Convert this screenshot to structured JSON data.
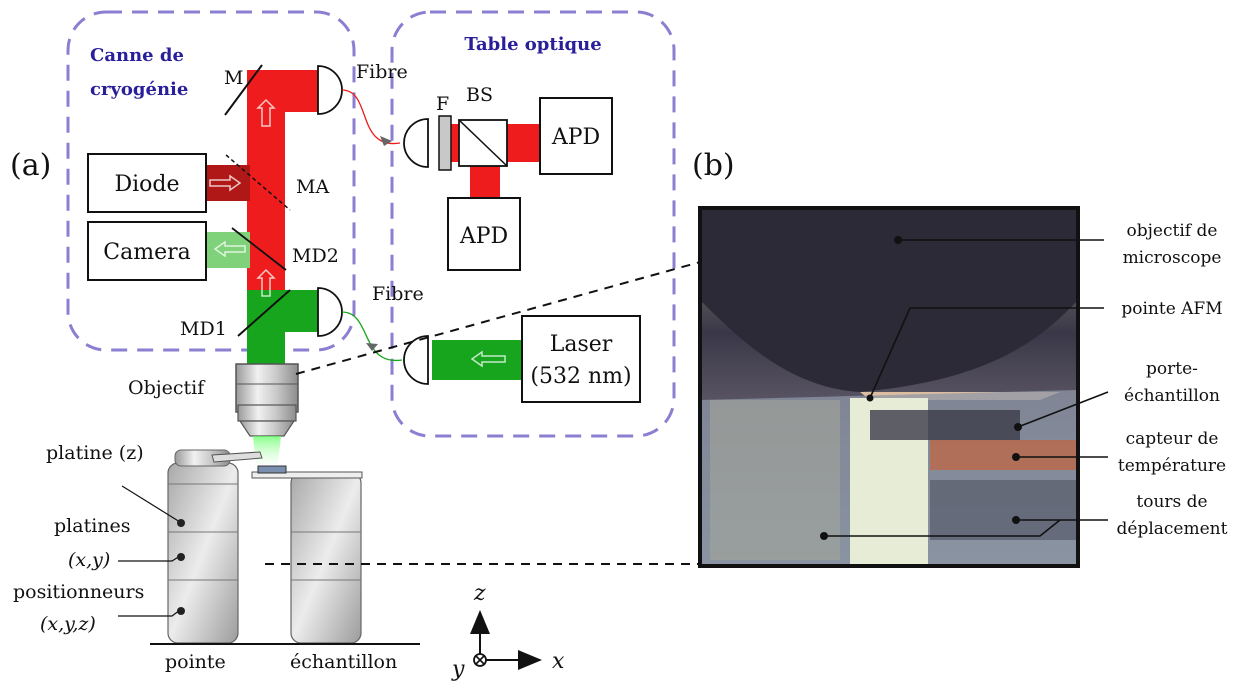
{
  "panel_a": {
    "label": "(a)",
    "group_cryo": {
      "line1": "Canne de",
      "line2": "cryogénie"
    },
    "group_table": {
      "title": "Table optique"
    },
    "components": {
      "diode": "Diode",
      "camera": "Camera",
      "apd_right": "APD",
      "apd_bottom": "APD",
      "laser_line1": "Laser",
      "laser_line2": "(532 nm)"
    },
    "optics": {
      "mirror": "M",
      "ma": "MA",
      "md2": "MD2",
      "md1": "MD1",
      "filter": "F",
      "beamsplitter": "BS",
      "fibre_top": "Fibre",
      "fibre_bottom": "Fibre",
      "objective": "Objectif"
    },
    "stage_labels": {
      "platine_z": "platine (z)",
      "platines_line1": "platines",
      "platines_line2": "(x,y)",
      "positionneurs_line1": "positionneurs",
      "positionneurs_line2": "(x,y,z)",
      "pointe": "pointe",
      "echantillon": "échantillon"
    },
    "axes": {
      "z": "z",
      "y": "y",
      "x": "x"
    }
  },
  "panel_b": {
    "label": "(b)",
    "annotations": [
      {
        "line1": "objectif de",
        "line2": "microscope"
      },
      {
        "line1": "pointe AFM",
        "line2": ""
      },
      {
        "line1": "porte-",
        "line2": "échantillon"
      },
      {
        "line1": "capteur de",
        "line2": "température"
      },
      {
        "line1": "tours de",
        "line2": "déplacement"
      }
    ]
  },
  "colors": {
    "dashed_group": "#8a7fd0",
    "group_title": "#2a1f9a",
    "red_beam": "#ee1c1c",
    "dark_red_beam": "#b01818",
    "green_beam": "#17a51d",
    "light_green_beam": "#7fd27a"
  }
}
